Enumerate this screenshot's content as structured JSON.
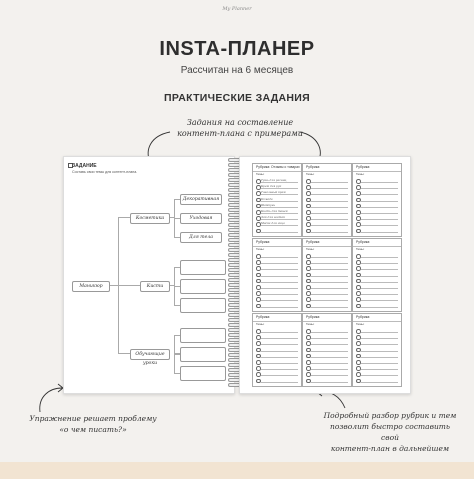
{
  "brand": "My Planner",
  "title": "INSTA-ПЛАНЕР",
  "subtitle": "Рассчитан на 6 месяцев",
  "heading": "ПРАКТИЧЕСКИЕ ЗАДАНИЯ",
  "note_top": [
    "Задания на составление",
    "контент-плана с примерами"
  ],
  "note_bottom_left": [
    "Упражнение решает проблему",
    "«о чем писать?»"
  ],
  "note_bottom_right": [
    "Подробный разбор рубрик и тем",
    "позволит быстро составить свой",
    "контент-план в дальнейшем"
  ],
  "left_page": {
    "title": "ЗАДАНИЕ",
    "subtitle": "Составь свои темы для контент-плана.",
    "root": "Маникюр",
    "branches": [
      {
        "label": "Косметика",
        "leaves": [
          "Декоративная",
          "Уходовая",
          "Для тела"
        ]
      },
      {
        "label": "Кисти",
        "leaves": [
          "",
          "",
          ""
        ]
      },
      {
        "label": "Обучающие уроки",
        "leaves": [
          "",
          "",
          ""
        ]
      }
    ]
  },
  "right_page": {
    "cells": [
      {
        "header": "Рубрика: Отзывы о товарах",
        "topics": "Темы:",
        "items": [
          "Тушь для ресниц",
          "Крем для рук",
          "Тональный крем",
          "Помада",
          "Шампунь",
          "Кисть для теней",
          "Лак для ногтей",
          "Маска для лица"
        ]
      },
      {
        "header": "Рубрика:",
        "topics": "Темы:",
        "items": []
      },
      {
        "header": "Рубрика:",
        "topics": "Темы:",
        "items": []
      },
      {
        "header": "Рубрика:",
        "topics": "Темы:",
        "items": []
      },
      {
        "header": "Рубрика:",
        "topics": "Темы:",
        "items": []
      },
      {
        "header": "Рубрика:",
        "topics": "Темы:",
        "items": []
      },
      {
        "header": "Рубрика:",
        "topics": "Темы:",
        "items": []
      },
      {
        "header": "Рубрика:",
        "topics": "Темы:",
        "items": []
      },
      {
        "header": "Рубрика:",
        "topics": "Темы:",
        "items": []
      }
    ]
  }
}
